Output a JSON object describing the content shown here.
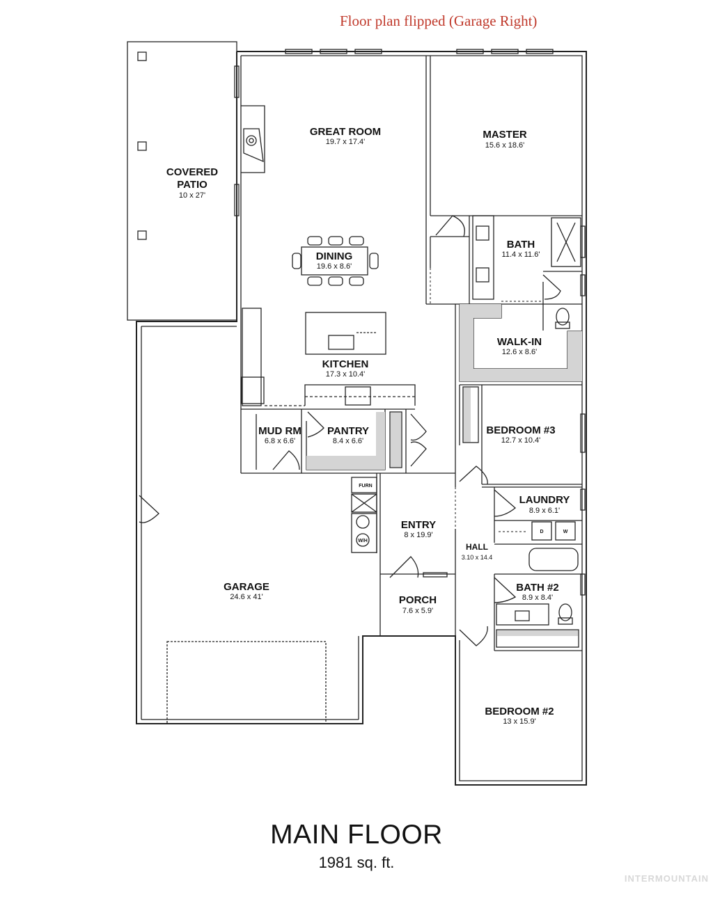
{
  "header": {
    "note": "Floor plan flipped (Garage Right)"
  },
  "footer": {
    "title": "MAIN FLOOR",
    "area": "1981 sq. ft.",
    "watermark": "INTERMOUNTAIN"
  },
  "rooms": {
    "great_room": {
      "name": "GREAT ROOM",
      "dims": "19.7 x 17.4'"
    },
    "master": {
      "name": "MASTER",
      "dims": "15.6 x 18.6'"
    },
    "covered_patio": {
      "name_line1": "COVERED",
      "name_line2": "PATIO",
      "dims": "10 x 27'"
    },
    "bath": {
      "name": "BATH",
      "dims": "11.4 x 11.6'"
    },
    "dining": {
      "name": "DINING",
      "dims": "19.6 x 8.6'"
    },
    "walk_in": {
      "name": "WALK-IN",
      "dims": "12.6 x 8.6'"
    },
    "kitchen": {
      "name": "KITCHEN",
      "dims": "17.3 x 10.4'"
    },
    "mud_rm": {
      "name": "MUD RM",
      "dims": "6.8 x 6.6'"
    },
    "pantry": {
      "name": "PANTRY",
      "dims": "8.4 x 6.6'"
    },
    "bedroom3": {
      "name": "BEDROOM #3",
      "dims": "12.7 x 10.4'"
    },
    "laundry": {
      "name": "LAUNDRY",
      "dims": "8.9 x 6.1'"
    },
    "entry": {
      "name": "ENTRY",
      "dims": "8 x 19.9'"
    },
    "hall": {
      "name": "HALL",
      "dims": "3.10 x 14.4"
    },
    "garage": {
      "name": "GARAGE",
      "dims": "24.6 x 41'"
    },
    "bath2": {
      "name": "BATH #2",
      "dims": "8.9 x 8.4'"
    },
    "porch": {
      "name": "PORCH",
      "dims": "7.6 x 5.9'"
    },
    "bedroom2": {
      "name": "BEDROOM #2",
      "dims": "13 x 15.9'"
    }
  },
  "fixtures": {
    "furnace": "FURN",
    "dryer": "D",
    "washer": "W",
    "water_heater": "W/H"
  }
}
